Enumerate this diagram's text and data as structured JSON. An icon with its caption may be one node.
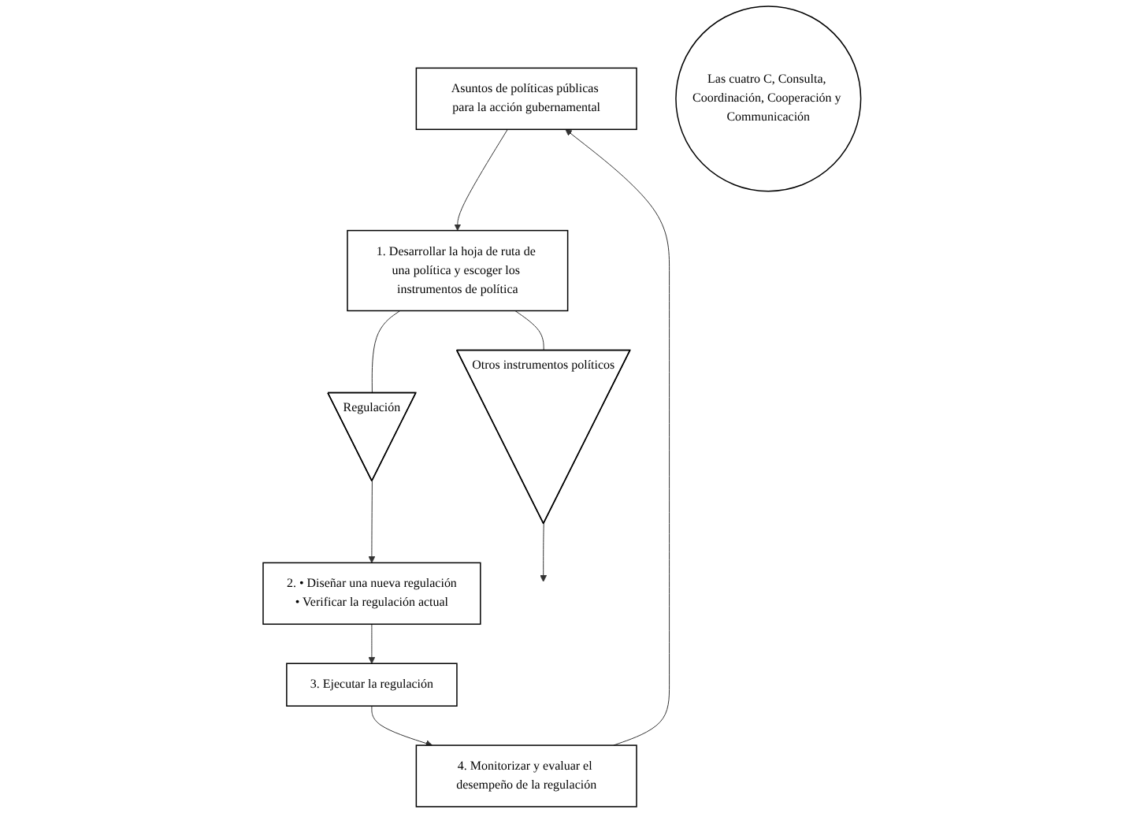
{
  "diagram": {
    "nodes": [
      {
        "text": [
          "Asuntos de políticas públicas para la acción gubernamental"
        ]
      },
      {
        "text": [
          "1. Desarrollar la hoja de ruta de una política y escoger los instrumentos de política"
        ]
      },
      {
        "text": [
          "Regulación"
        ]
      },
      {
        "text": [
          "Otros instrumentos políticos"
        ]
      },
      {
        "text": [
          "2. • Diseñar una nueva regulación",
          "• Verificar la regulación actual"
        ]
      },
      {
        "text": [
          "3. Ejecutar la regulación"
        ]
      },
      {
        "text": [
          "4. Monitorizar y evaluar el desempeño de la regulación"
        ]
      },
      {
        "text": [
          "Las cuatro C, Consulta, Coordinación, Cooperación y Communicación"
        ]
      }
    ],
    "edges": [
      {
        "from": 0,
        "to": 1,
        "arrow": "to"
      },
      {
        "from": 1,
        "to": 2,
        "arrow": "none"
      },
      {
        "from": 1,
        "to": 3,
        "arrow": "none"
      },
      {
        "from": 3,
        "to": null,
        "arrow": "to"
      },
      {
        "from": 2,
        "to": 4,
        "arrow": "to"
      },
      {
        "from": 4,
        "to": 5,
        "arrow": "to"
      },
      {
        "from": 5,
        "to": 6,
        "arrow": "to"
      },
      {
        "from": 6,
        "to": 0,
        "arrow": "to"
      }
    ]
  }
}
